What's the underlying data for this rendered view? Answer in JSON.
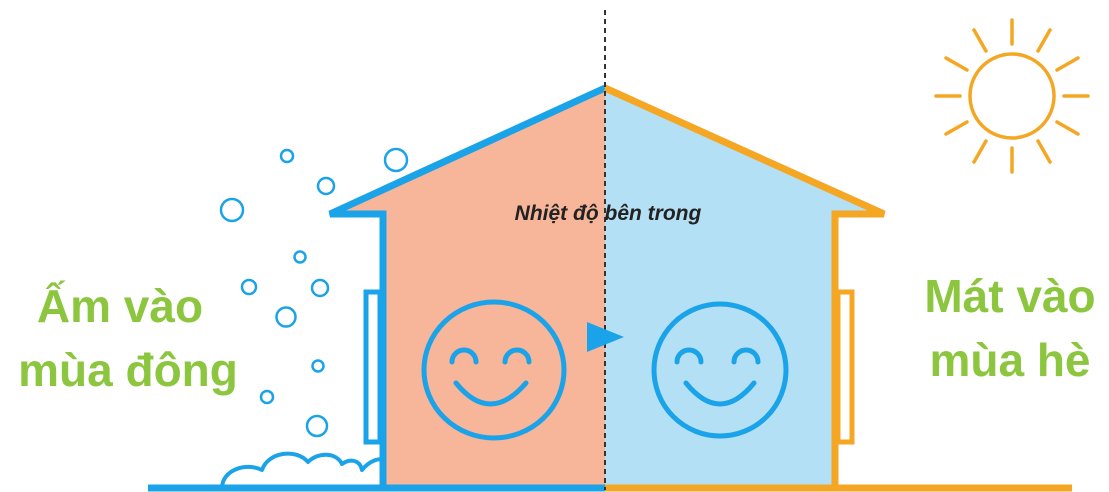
{
  "labels": {
    "inside_temperature": "Nhiệt độ bên trong",
    "winter_line1": "Ấm vào",
    "winter_line2": "mùa đông",
    "summer_line1": "Mát vào",
    "summer_line2": "mùa hè"
  },
  "colors": {
    "winter_stroke": "#1aa3e8",
    "summer_stroke": "#f5a623",
    "warm_fill": "#f7b59a",
    "cool_fill": "#b3e0f5",
    "label_green": "#8cc63f",
    "divider": "#333333"
  },
  "icons": [
    "sun-icon",
    "snow-bubbles",
    "snow-cloud-icon",
    "smiley-face-icon",
    "arrow-right-icon"
  ]
}
